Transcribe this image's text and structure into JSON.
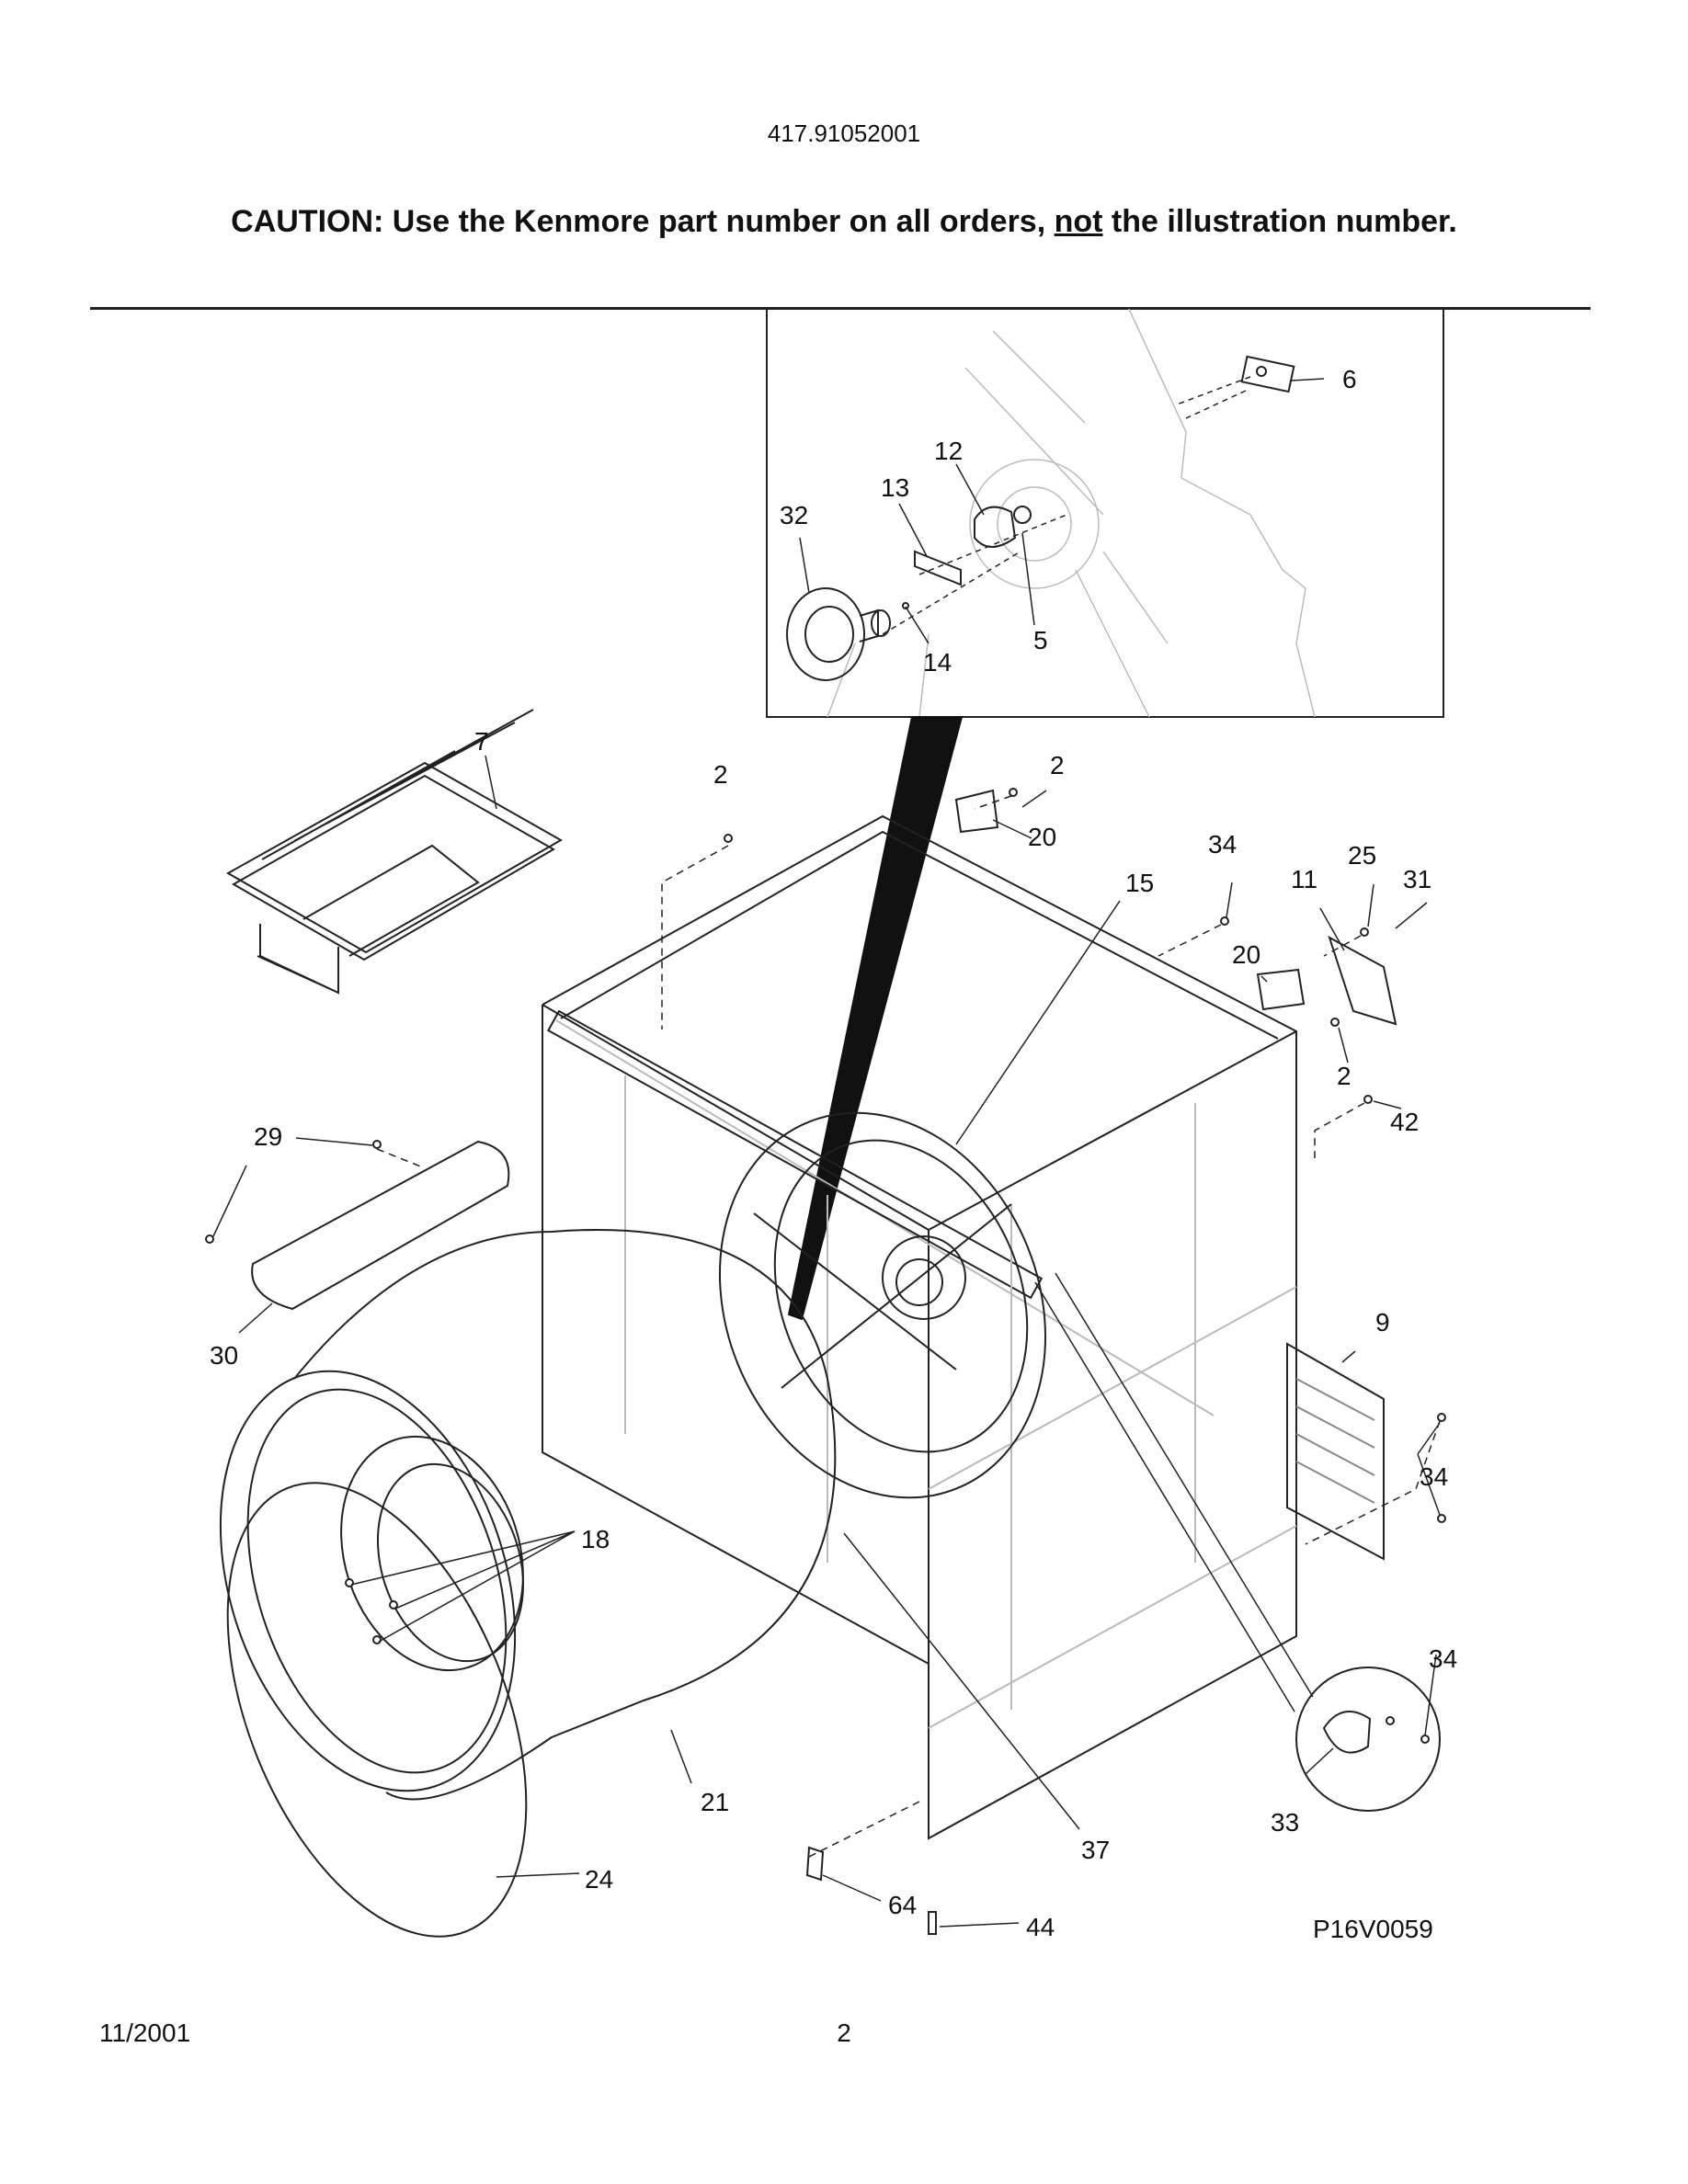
{
  "header": {
    "model_number": "417.91052001",
    "caution_prefix": "CAUTION: Use the Kenmore part number on all orders, ",
    "caution_emphasis": "not",
    "caution_suffix": " the illustration number."
  },
  "diagram": {
    "code": "P16V0059",
    "callouts": {
      "c6": "6",
      "c12": "12",
      "c13": "13",
      "c32": "32",
      "c5": "5",
      "c14": "14",
      "c7": "7",
      "c2a": "2",
      "c2b": "2",
      "c20a": "20",
      "c34a": "34",
      "c15": "15",
      "c11": "11",
      "c25": "25",
      "c31": "31",
      "c20b": "20",
      "c2c": "2",
      "c42": "42",
      "c29": "29",
      "c30": "30",
      "c9": "9",
      "c34b": "34",
      "c18": "18",
      "c34c": "34",
      "c21": "21",
      "c33": "33",
      "c37": "37",
      "c24": "24",
      "c64": "64",
      "c44": "44"
    }
  },
  "footer": {
    "date": "11/2001",
    "page": "2"
  }
}
